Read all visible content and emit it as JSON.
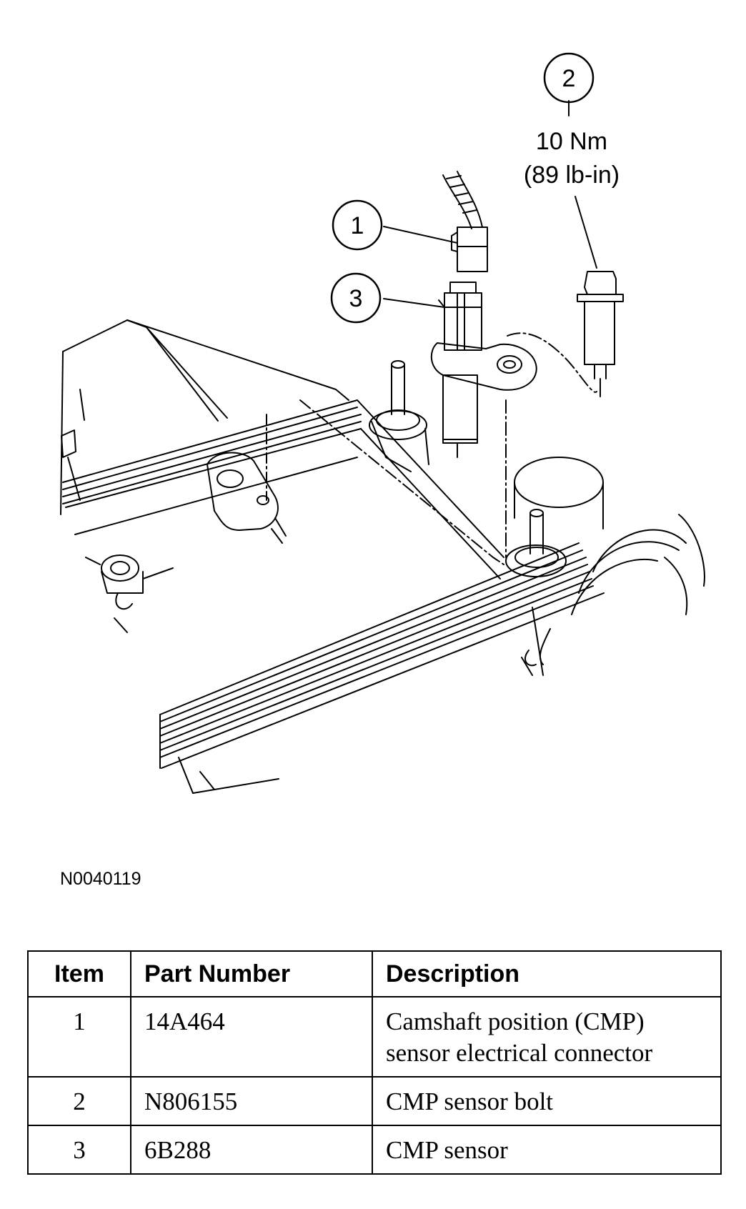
{
  "figure": {
    "callouts": [
      {
        "num": "1"
      },
      {
        "num": "2",
        "torque_nm": "10 Nm",
        "torque_lbin": "(89 lb-in)"
      },
      {
        "num": "3"
      }
    ],
    "figure_id": "N0040119"
  },
  "parts_table": {
    "headers": [
      "Item",
      "Part Number",
      "Description"
    ],
    "rows": [
      {
        "item": "1",
        "part": "14A464",
        "desc_line1": "Camshaft position (CMP)",
        "desc_line2": "sensor electrical connector"
      },
      {
        "item": "2",
        "part": "N806155",
        "desc_line1": "CMP sensor bolt",
        "desc_line2": ""
      },
      {
        "item": "3",
        "part": "6B288",
        "desc_line1": "CMP sensor",
        "desc_line2": ""
      }
    ]
  }
}
